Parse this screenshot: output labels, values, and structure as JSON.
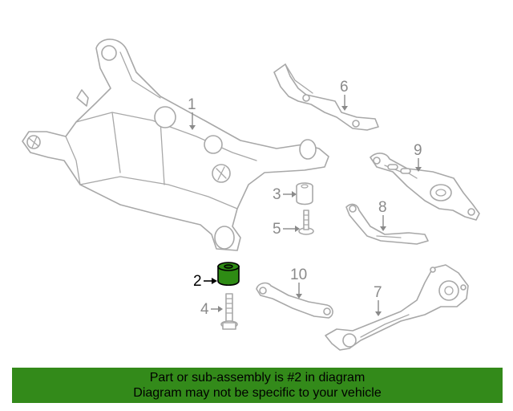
{
  "callouts": {
    "c1": "1",
    "c2": "2",
    "c3": "3",
    "c4": "4",
    "c5": "5",
    "c6": "6",
    "c7": "7",
    "c8": "8",
    "c9": "9",
    "c10": "10"
  },
  "highlight_color": "#338a1a",
  "banner": {
    "line1": "Part or sub-assembly is #2 in diagram",
    "line2": "Diagram may not be specific to your vehicle"
  }
}
